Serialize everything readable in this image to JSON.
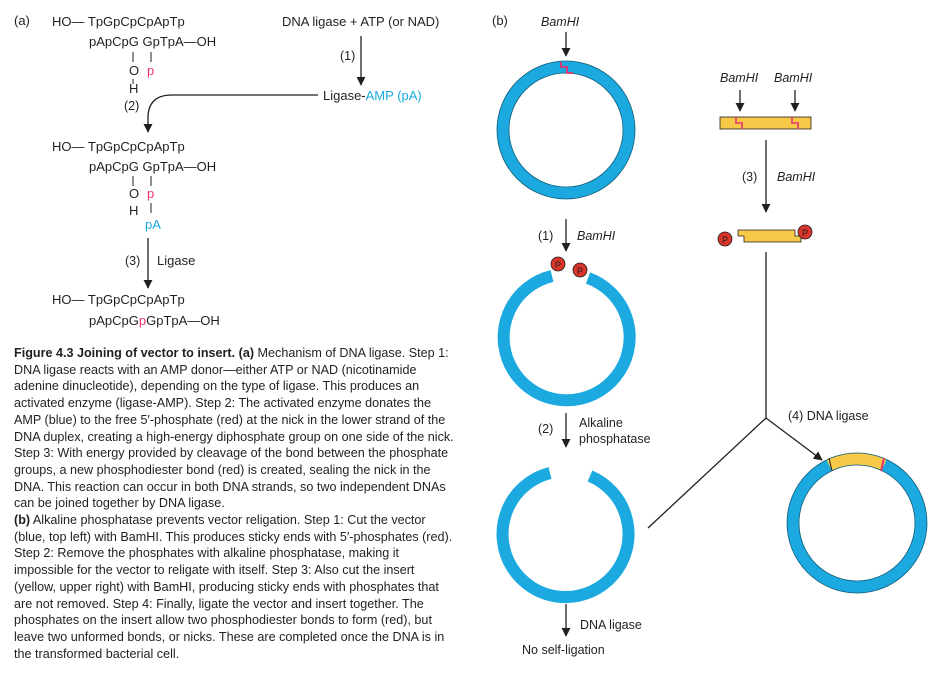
{
  "panel_a": {
    "label": "(a)",
    "top_strand_1": "HO— TpGpCpCpApTp",
    "bottom_strand_1": "pApCpG  GpTpA—OH",
    "o_label": "O",
    "h_label": "H",
    "p_label": "p",
    "pa_label": "pA",
    "donor": "DNA ligase + ATP (or NAD)",
    "step1": "(1)",
    "ligase_amp_prefix": "Ligase-",
    "ligase_amp_blue": "AMP (pA)",
    "step2": "(2)",
    "top_strand_2": "HO— TpGpCpCpApTp",
    "bottom_strand_2": "pApCpG  GpTpA—OH",
    "step3": "(3)",
    "step3_label": "Ligase",
    "top_strand_3": "HO— TpGpCpCpApTp",
    "bottom_3_a": "pApCpG",
    "bottom_3_p": "p",
    "bottom_3_b": "GpTpA—OH"
  },
  "panel_b": {
    "label": "(b)",
    "bamhi_top": "BamHI",
    "bamhi_insert_1": "BamHI",
    "bamhi_insert_2": "BamHI",
    "step1": "(1)",
    "step1_enzyme": "BamHI",
    "step3": "(3)",
    "step3_enzyme": "BamHI",
    "p_mark": "P",
    "step2": "(2)",
    "step2_label_1": "Alkaline",
    "step2_label_2": "phosphatase",
    "step4": "(4) DNA ligase",
    "ligase_bottom": "DNA ligase",
    "no_self": "No self-ligation",
    "colors": {
      "vector": "#1ba9df",
      "insert": "#f7c948",
      "bond": "#e8336f",
      "phosphate": "#d9352a"
    }
  },
  "caption": {
    "title": "Figure 4.3  Joining of vector to insert.",
    "a_label": "(a)",
    "a_text": " Mechanism of DNA ligase. Step 1: DNA ligase reacts with an AMP donor—either ATP or NAD (nicotinamide adenine dinucleotide), depending on the type of ligase. This produces an activated enzyme (ligase-AMP). Step 2: The activated enzyme donates the AMP (blue) to the free 5′-phosphate (red) at the nick in the lower strand of the DNA duplex, creating a high-energy diphosphate group on one side of the nick. Step 3: With energy provided by cleavage of the bond between the phosphate groups, a new phosphodiester bond (red) is created, sealing the nick in the DNA. This reaction can occur in both DNA strands, so two independent DNAs can be joined together by DNA ligase.",
    "b_label": "(b)",
    "b_text": " Alkaline phosphatase prevents vector religation. Step 1: Cut the vector (blue, top left) with BamHI. This produces sticky ends with 5′-phosphates (red). Step 2: Remove the phosphates with alkaline phosphatase, making it impossible for the vector to religate with itself. Step 3: Also cut the insert (yellow, upper right) with BamHI, producing sticky ends with phosphates that are not removed. Step 4: Finally, ligate the vector and insert together. The phosphates on the insert allow two phosphodiester bonds to form (red), but leave two unformed bonds, or nicks. These are completed once the DNA is in the transformed bacterial cell."
  }
}
